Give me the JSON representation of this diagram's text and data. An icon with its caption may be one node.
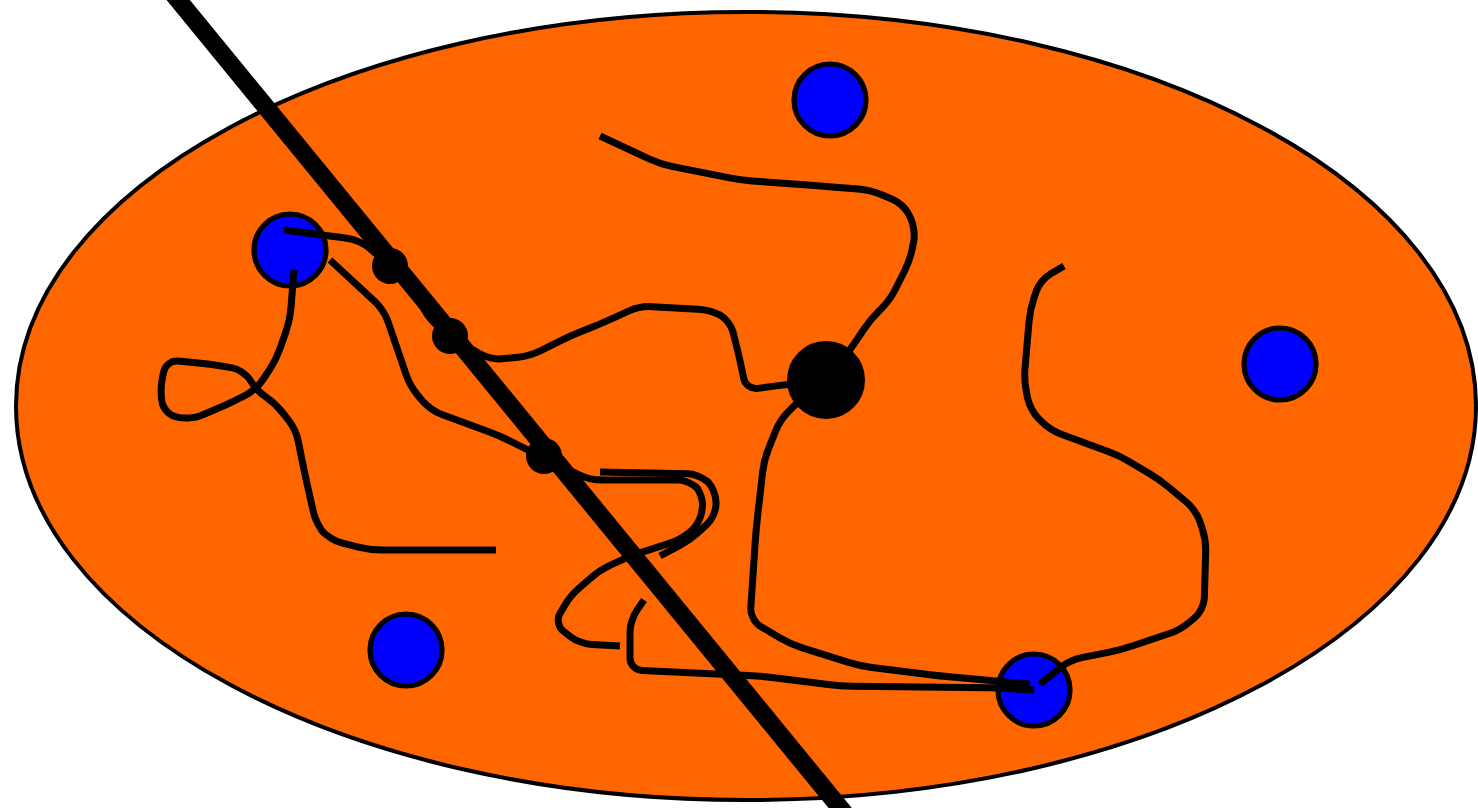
{
  "diagram": {
    "nodes": [
      {
        "text": [],
        "shape": "ellipse"
      },
      {
        "text": [],
        "shape": "circle",
        "in": 0
      },
      {
        "text": [],
        "shape": "circle",
        "in": 0
      },
      {
        "text": [],
        "shape": "dot",
        "in": 0
      },
      {
        "text": [],
        "shape": "circle",
        "in": 0
      },
      {
        "text": [],
        "shape": "circle",
        "in": 0
      },
      {
        "text": [],
        "shape": "circle",
        "in": 0
      }
    ]
  }
}
